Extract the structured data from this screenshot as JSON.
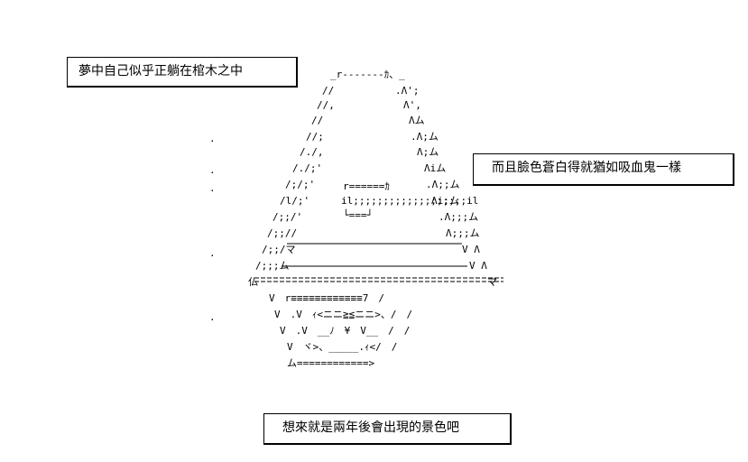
{
  "captions": {
    "top_left": "夢中自己似乎正躺在棺木之中",
    "right": "而且臉色蒼白得就猶如吸血鬼一樣",
    "bottom": "想來就是兩年後會出現的景色吧"
  },
  "art": {
    "top_mark": "_r-------ｶ、_",
    "left_edge": [
      "//",
      "//,",
      "//",
      "//;",
      "/./,",
      "/./;'",
      "/;/;'",
      "/l/;'",
      "/;;/'",
      "/;;//",
      "/;;/マ",
      "/;;;ム",
      "仏"
    ],
    "right_edge": [
      ".Λ';",
      "Λ',",
      "Λム",
      ".Λ;ム",
      "Λ;ム",
      "Λiム",
      ".Λ;;ム",
      "Λi;ム",
      ".Λ;;;ム",
      "Λ;;;ム",
      "V Λ",
      "V Λ",
      "マ"
    ],
    "plate_top": "r======ｶ",
    "plate_mid": "il;;;;;;;;;;;;;;;;;;;il",
    "plate_bot": "└===┘",
    "base_rows": [
      "V　r≡≡≡≡≡≡≡≡≡≡≡≡7　/",
      "V　.V　ｨ<ニニ≧≦ニニ>、/　/",
      "V　.V　__ﾉ　¥　V__　/　/",
      "V　ヾ>、_____.ｨ</　/",
      "ム============>"
    ],
    "left_dots": [
      ".",
      ".",
      ".",
      ".",
      "."
    ]
  }
}
